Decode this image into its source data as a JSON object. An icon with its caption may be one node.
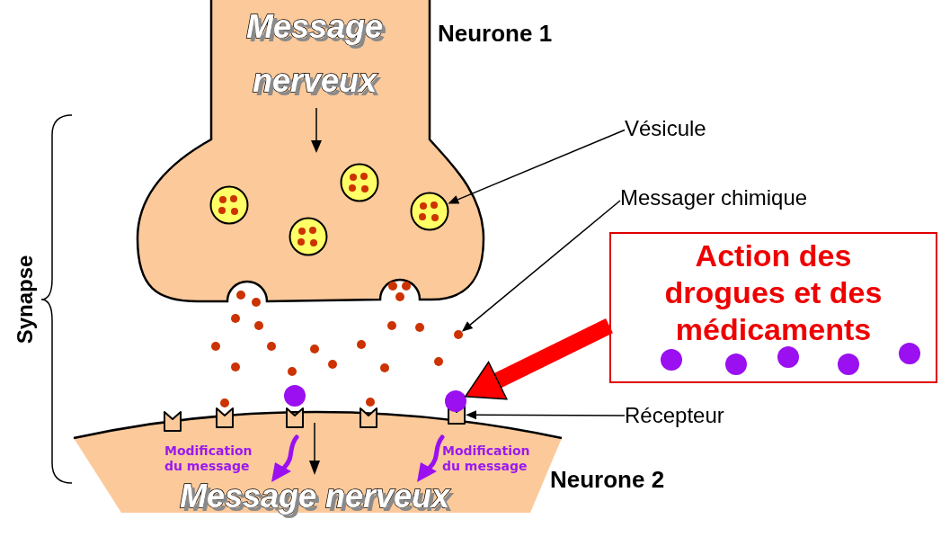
{
  "diagram": {
    "nodes": [
      {
        "text": [
          "Message nerveux"
        ],
        "beside": [
          "Neurone 1"
        ]
      },
      {
        "text": [
          "Modification du message",
          "Modification du message",
          "Message nerveux"
        ],
        "beside": [
          "Neurone 2"
        ]
      },
      {
        "text": [
          "Vésicule"
        ]
      },
      {
        "text": [],
        "shape": "circle",
        "in": 0
      },
      {
        "text": [
          "Messager chimique"
        ]
      },
      {
        "text": [],
        "shape": "circle"
      },
      {
        "text": [
          "Récepteur"
        ]
      },
      {
        "text": [],
        "shape": "box"
      },
      {
        "text": [
          "Action des drogues et des médicaments"
        ]
      },
      {
        "text": [],
        "shape": "circle"
      },
      {
        "text": [],
        "shape": "circle",
        "in": 0
      },
      {
        "text": [],
        "shape": "circle",
        "in": 0
      },
      {
        "text": [],
        "shape": "circle",
        "in": 0
      },
      {
        "text": [],
        "shape": "circle"
      }
    ],
    "edges": [
      {
        "from": 2,
        "to": 3,
        "arrow": "to"
      },
      {
        "from": 4,
        "to": 5,
        "arrow": "to"
      },
      {
        "from": 6,
        "to": 7,
        "arrow": "to"
      },
      {
        "from": 8,
        "to": 9,
        "arrow": "to",
        "style": "thick",
        "color": "#ff0000"
      }
    ],
    "labels": [
      "Synapse"
    ]
  }
}
